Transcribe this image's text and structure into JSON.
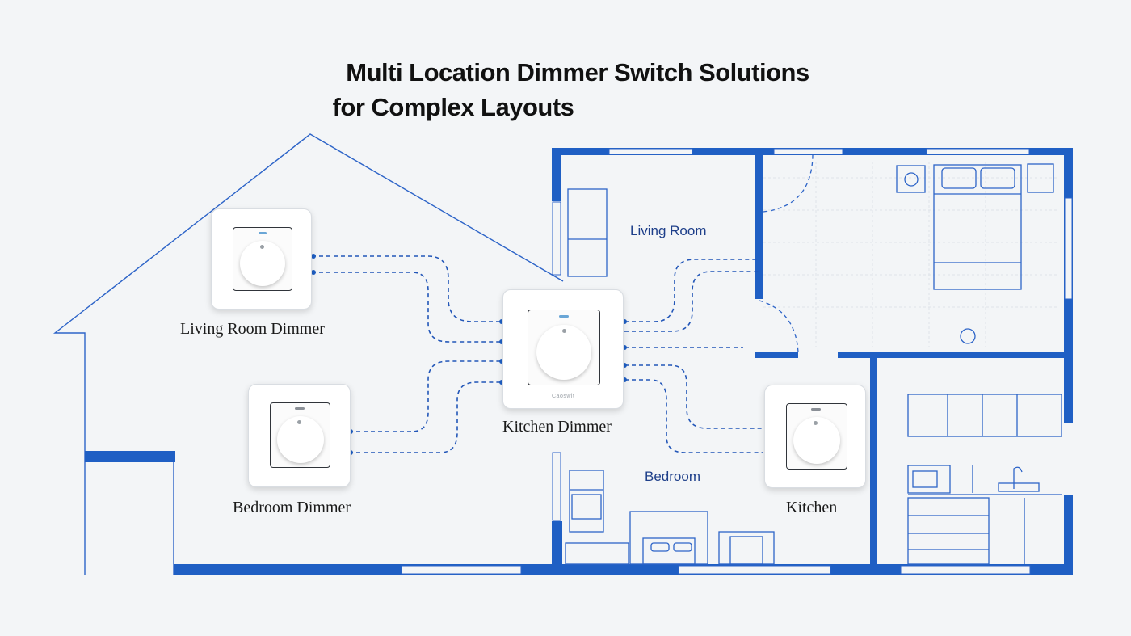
{
  "title": {
    "line1": "Multi Location Dimmer Switch Solutions",
    "line2": "for Complex Layouts"
  },
  "rooms": {
    "living_room": "Living Room",
    "bedroom": "Bedroom"
  },
  "dimmers": {
    "living_room": "Living Room Dimmer",
    "bedroom": "Bedroom Dimmer",
    "kitchen_center": "Kitchen Dimmer",
    "kitchen": "Kitchen",
    "brand_mark": "Caoswit"
  },
  "colors": {
    "wall": "#1f5fc4",
    "line": "#2d64c8",
    "wire": "#2256b8",
    "background": "#f3f5f7"
  }
}
